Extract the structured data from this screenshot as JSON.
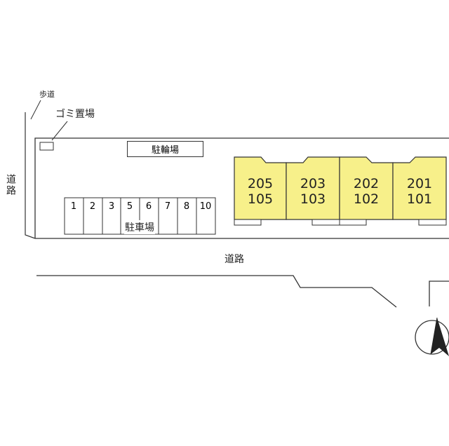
{
  "labels": {
    "sidewalk": "歩道",
    "garbage": "ゴミ置場",
    "bicycle_parking": "駐輪場",
    "car_parking": "駐車場",
    "road_bottom": "道路",
    "road_left": "道路"
  },
  "parking_slots": [
    "1",
    "2",
    "3",
    "5",
    "6",
    "7",
    "8",
    "10"
  ],
  "units": [
    {
      "upper": "205",
      "lower": "105"
    },
    {
      "upper": "203",
      "lower": "103"
    },
    {
      "upper": "202",
      "lower": "102"
    },
    {
      "upper": "201",
      "lower": "101"
    }
  ],
  "colors": {
    "building_fill": "#f7f08a",
    "line": "#333333"
  },
  "icons": {
    "compass": "north-arrow-icon"
  }
}
